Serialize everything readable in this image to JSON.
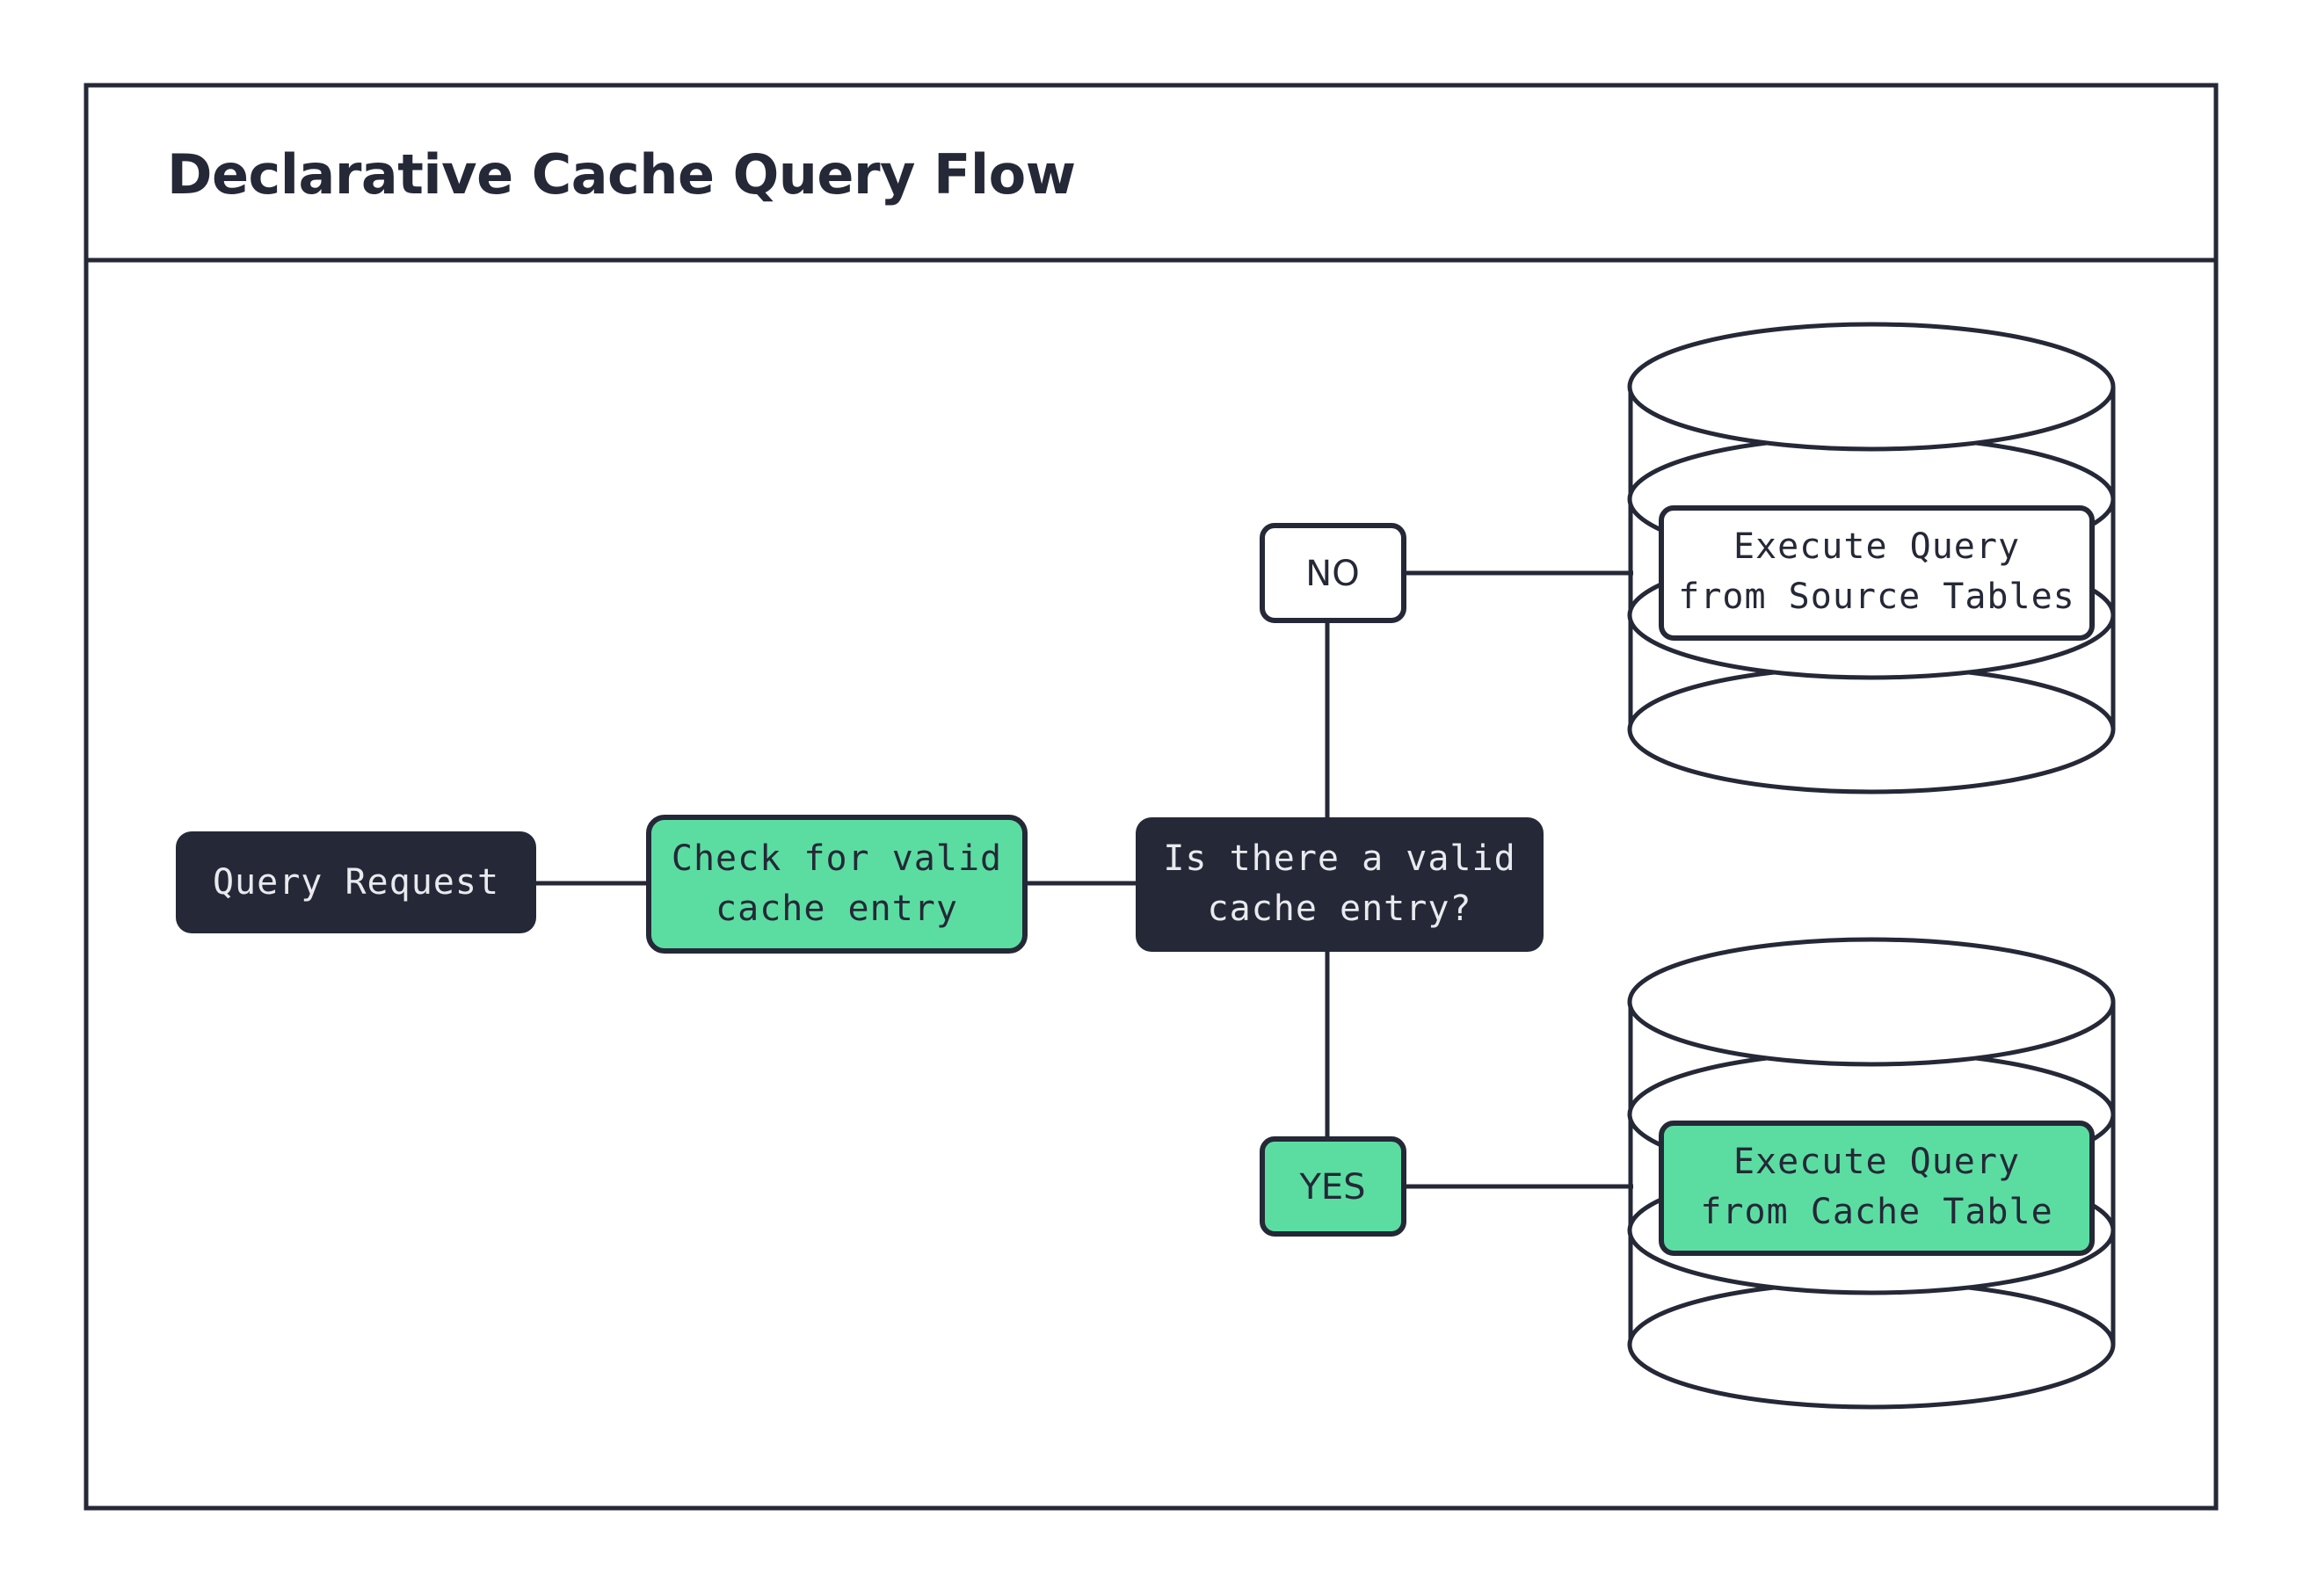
{
  "page": {
    "background_color": "#ffffff",
    "frame_color": "#252836"
  },
  "header": {
    "title": "Declarative Cache Query Flow"
  },
  "theme": {
    "dark": "#252836",
    "green": "#5BDDA2",
    "white": "#ffffff",
    "text_on_dark": "#e8eaee",
    "text_on_light": "#252836"
  },
  "diagram": {
    "type": "flowchart",
    "nodes": [
      {
        "id": "query-request",
        "label": "Query Request",
        "lines": [
          "Query Request"
        ],
        "shape": "rounded-rect",
        "fill": "#252836",
        "text_color": "#e8eaee",
        "font": "mono"
      },
      {
        "id": "check-cache",
        "label": "Check for valid cache entry",
        "lines": [
          "Check for valid",
          "cache entry"
        ],
        "shape": "rounded-rect",
        "fill": "#5BDDA2",
        "text_color": "#252836",
        "font": "mono"
      },
      {
        "id": "decision",
        "label": "Is there a valid cache entry?",
        "lines": [
          "Is there a valid",
          "cache entry?"
        ],
        "shape": "rounded-rect",
        "fill": "#252836",
        "text_color": "#e8eaee",
        "font": "mono"
      },
      {
        "id": "branch-no",
        "label": "NO",
        "lines": [
          "NO"
        ],
        "shape": "rounded-rect",
        "fill": "#ffffff",
        "text_color": "#252836",
        "font": "sans"
      },
      {
        "id": "branch-yes",
        "label": "YES",
        "lines": [
          "YES"
        ],
        "shape": "rounded-rect",
        "fill": "#5BDDA2",
        "text_color": "#252836",
        "font": "sans"
      },
      {
        "id": "source-tables",
        "label": "Execute Query from Source Tables",
        "lines": [
          "Execute Query",
          "from Source Tables"
        ],
        "shape": "rounded-rect-in-cylinder",
        "fill": "#ffffff",
        "text_color": "#252836",
        "font": "mono"
      },
      {
        "id": "cache-table",
        "label": "Execute Query from Cache Table",
        "lines": [
          "Execute Query",
          "from Cache Table"
        ],
        "shape": "rounded-rect-in-cylinder",
        "fill": "#5BDDA2",
        "text_color": "#252836",
        "font": "mono"
      }
    ],
    "cylinders": [
      {
        "id": "source-database",
        "name": "source-database-cylinder"
      },
      {
        "id": "cache-database",
        "name": "cache-database-cylinder"
      }
    ],
    "edges": [
      {
        "from": "query-request",
        "to": "check-cache",
        "label": ""
      },
      {
        "from": "check-cache",
        "to": "decision",
        "label": ""
      },
      {
        "from": "decision",
        "to": "branch-no",
        "label": "NO"
      },
      {
        "from": "decision",
        "to": "branch-yes",
        "label": "YES"
      },
      {
        "from": "branch-no",
        "to": "source-tables",
        "label": ""
      },
      {
        "from": "branch-yes",
        "to": "cache-table",
        "label": ""
      }
    ]
  }
}
